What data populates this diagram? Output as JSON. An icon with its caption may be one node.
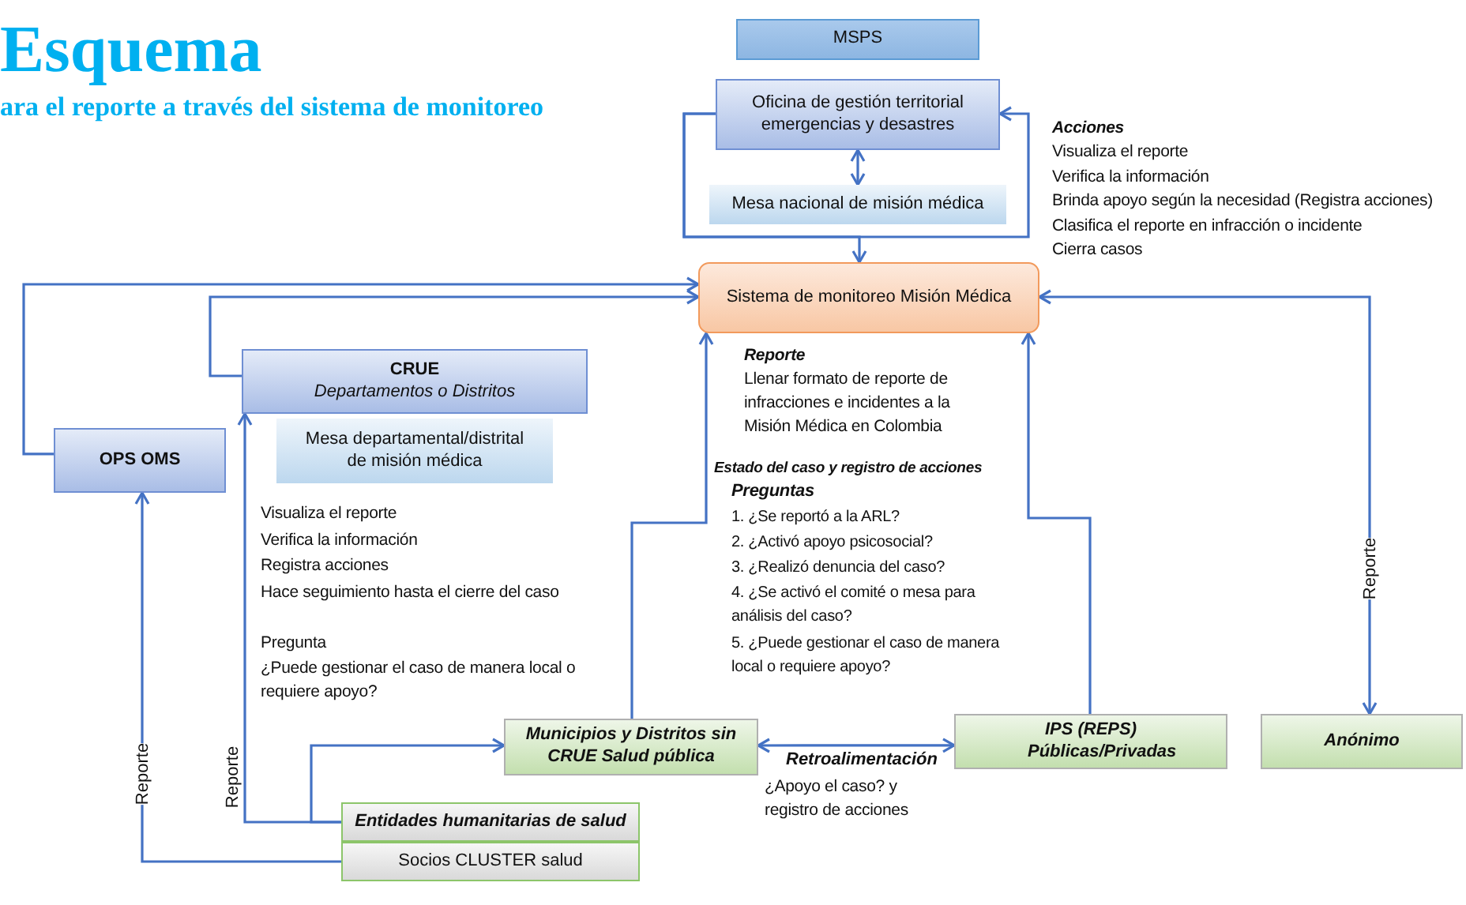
{
  "diagram": {
    "title": "Esquema",
    "nodes": [
      {
        "text": [
          "MSPS"
        ]
      },
      {
        "text": [
          "Oficina de gestión territorial emergencias y desastres"
        ]
      },
      {
        "text": [
          "Mesa nacional de misión médica"
        ]
      },
      {
        "text": [
          "Sistema de monitoreo Misión Médica"
        ]
      },
      {
        "text": [
          "CRUE",
          "Departamentos o Distritos"
        ]
      },
      {
        "text": [
          "Mesa departamental/distrital de misión médica"
        ]
      },
      {
        "text": [
          "OPS OMS"
        ]
      },
      {
        "text": [
          "Municipios y Distritos sin CRUE Salud pública"
        ]
      },
      {
        "text": [
          "IPS (REPS) Públicas/Privadas"
        ]
      },
      {
        "text": [
          "Anónimo"
        ]
      },
      {
        "text": [
          "Entidades humanitarias de salud"
        ]
      },
      {
        "text": [
          "Socios CLUSTER salud"
        ]
      }
    ],
    "edges": [
      {
        "from": 1,
        "to": 1,
        "arrow": "to"
      },
      {
        "from": 1,
        "to": 2,
        "arrow": "both"
      },
      {
        "from": 1,
        "to": 3,
        "arrow": "to"
      },
      {
        "from": 6,
        "to": 3,
        "arrow": "to"
      },
      {
        "from": 4,
        "to": 3,
        "arrow": "to"
      },
      {
        "from": 11,
        "to": 6,
        "arrow": "to",
        "label": "Reporte"
      },
      {
        "from": 10,
        "to": 4,
        "arrow": "to",
        "label": "Reporte"
      },
      {
        "from": 10,
        "to": 7,
        "arrow": "to"
      },
      {
        "from": 7,
        "to": 3,
        "arrow": "to"
      },
      {
        "from": 8,
        "to": 3,
        "arrow": "to"
      },
      {
        "from": 7,
        "to": 8,
        "arrow": "both",
        "label": "Retroalimentación"
      },
      {
        "from": 3,
        "to": 9,
        "arrow": "both",
        "label": "Reporte"
      }
    ],
    "labels": [
      "ara el reporte a través del sistema de monitoreo",
      "Acciones",
      "Visualiza el reporte",
      "Verifica la información",
      "Brinda apoyo según la necesidad (Registra acciones)",
      "Clasifica el reporte en infracción o incidente",
      "Cierra casos",
      "Reporte",
      "Llenar formato de reporte de infracciones e incidentes a la Misión Médica en Colombia",
      "Estado del caso y registro de acciones",
      "Preguntas",
      "1. ¿Se reportó a la ARL?",
      "2. ¿Activó apoyo psicosocial?",
      "3. ¿Realizó denuncia del caso?",
      "4. ¿Se activó el comité o mesa para análisis del caso?",
      "5. ¿Puede gestionar el caso de manera local o requiere apoyo?",
      "Visualiza el reporte",
      "Verifica la información",
      "Registra acciones",
      "Hace seguimiento hasta el cierre del caso",
      "Pregunta",
      "¿Puede gestionar el caso de manera local o requiere apoyo?",
      "¿Apoyo el caso? y registro de acciones"
    ]
  }
}
